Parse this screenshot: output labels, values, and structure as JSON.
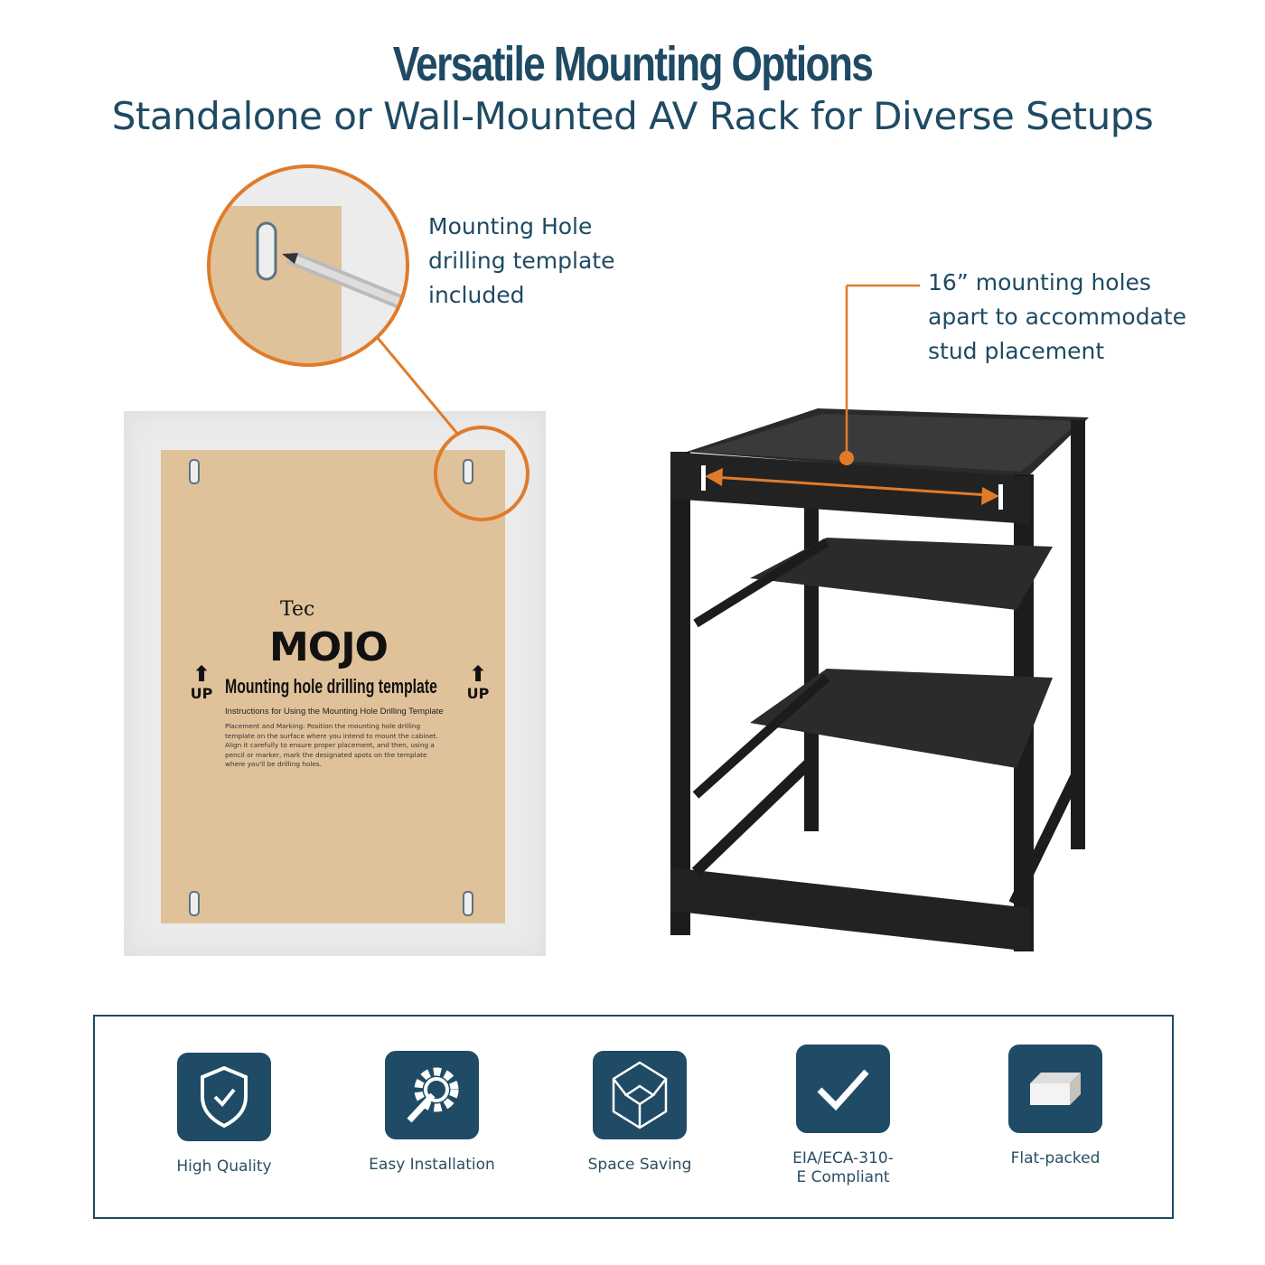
{
  "header": {
    "title": "Versatile Mounting Options",
    "subtitle": "Standalone or Wall-Mounted AV Rack for Diverse Setups"
  },
  "callouts": {
    "template": [
      "Mounting Hole",
      "drilling template",
      "included"
    ],
    "holes": [
      "16” mounting holes",
      "apart to accommodate",
      "stud placement"
    ]
  },
  "drilling_template": {
    "logo_small": "Tec",
    "logo_large": "MOJO",
    "heading": "Mounting hole drilling template",
    "up_label": "UP",
    "subheading": "Instructions for Using the Mounting Hole Drilling Template",
    "body": "Placement and Marking: Position the mounting hole drilling template on the surface where you intend to mount the cabinet. Align it carefully to ensure proper placement, and then, using a pencil or marker, mark the designated spots on the template where you'll be drilling holes."
  },
  "features": [
    {
      "label": "High Quality",
      "icon": "shield-check-icon"
    },
    {
      "label": "Easy Installation",
      "icon": "gear-wrench-icon"
    },
    {
      "label": "Space Saving",
      "icon": "cube-icon"
    },
    {
      "label": "EIA/ECA-310-E Compliant",
      "icon": "checkmark-icon"
    },
    {
      "label": "Flat-packed",
      "icon": "box-icon"
    }
  ],
  "colors": {
    "primary": "#1e4a63",
    "accent": "#e07b2a",
    "template": "#e0c29a"
  }
}
